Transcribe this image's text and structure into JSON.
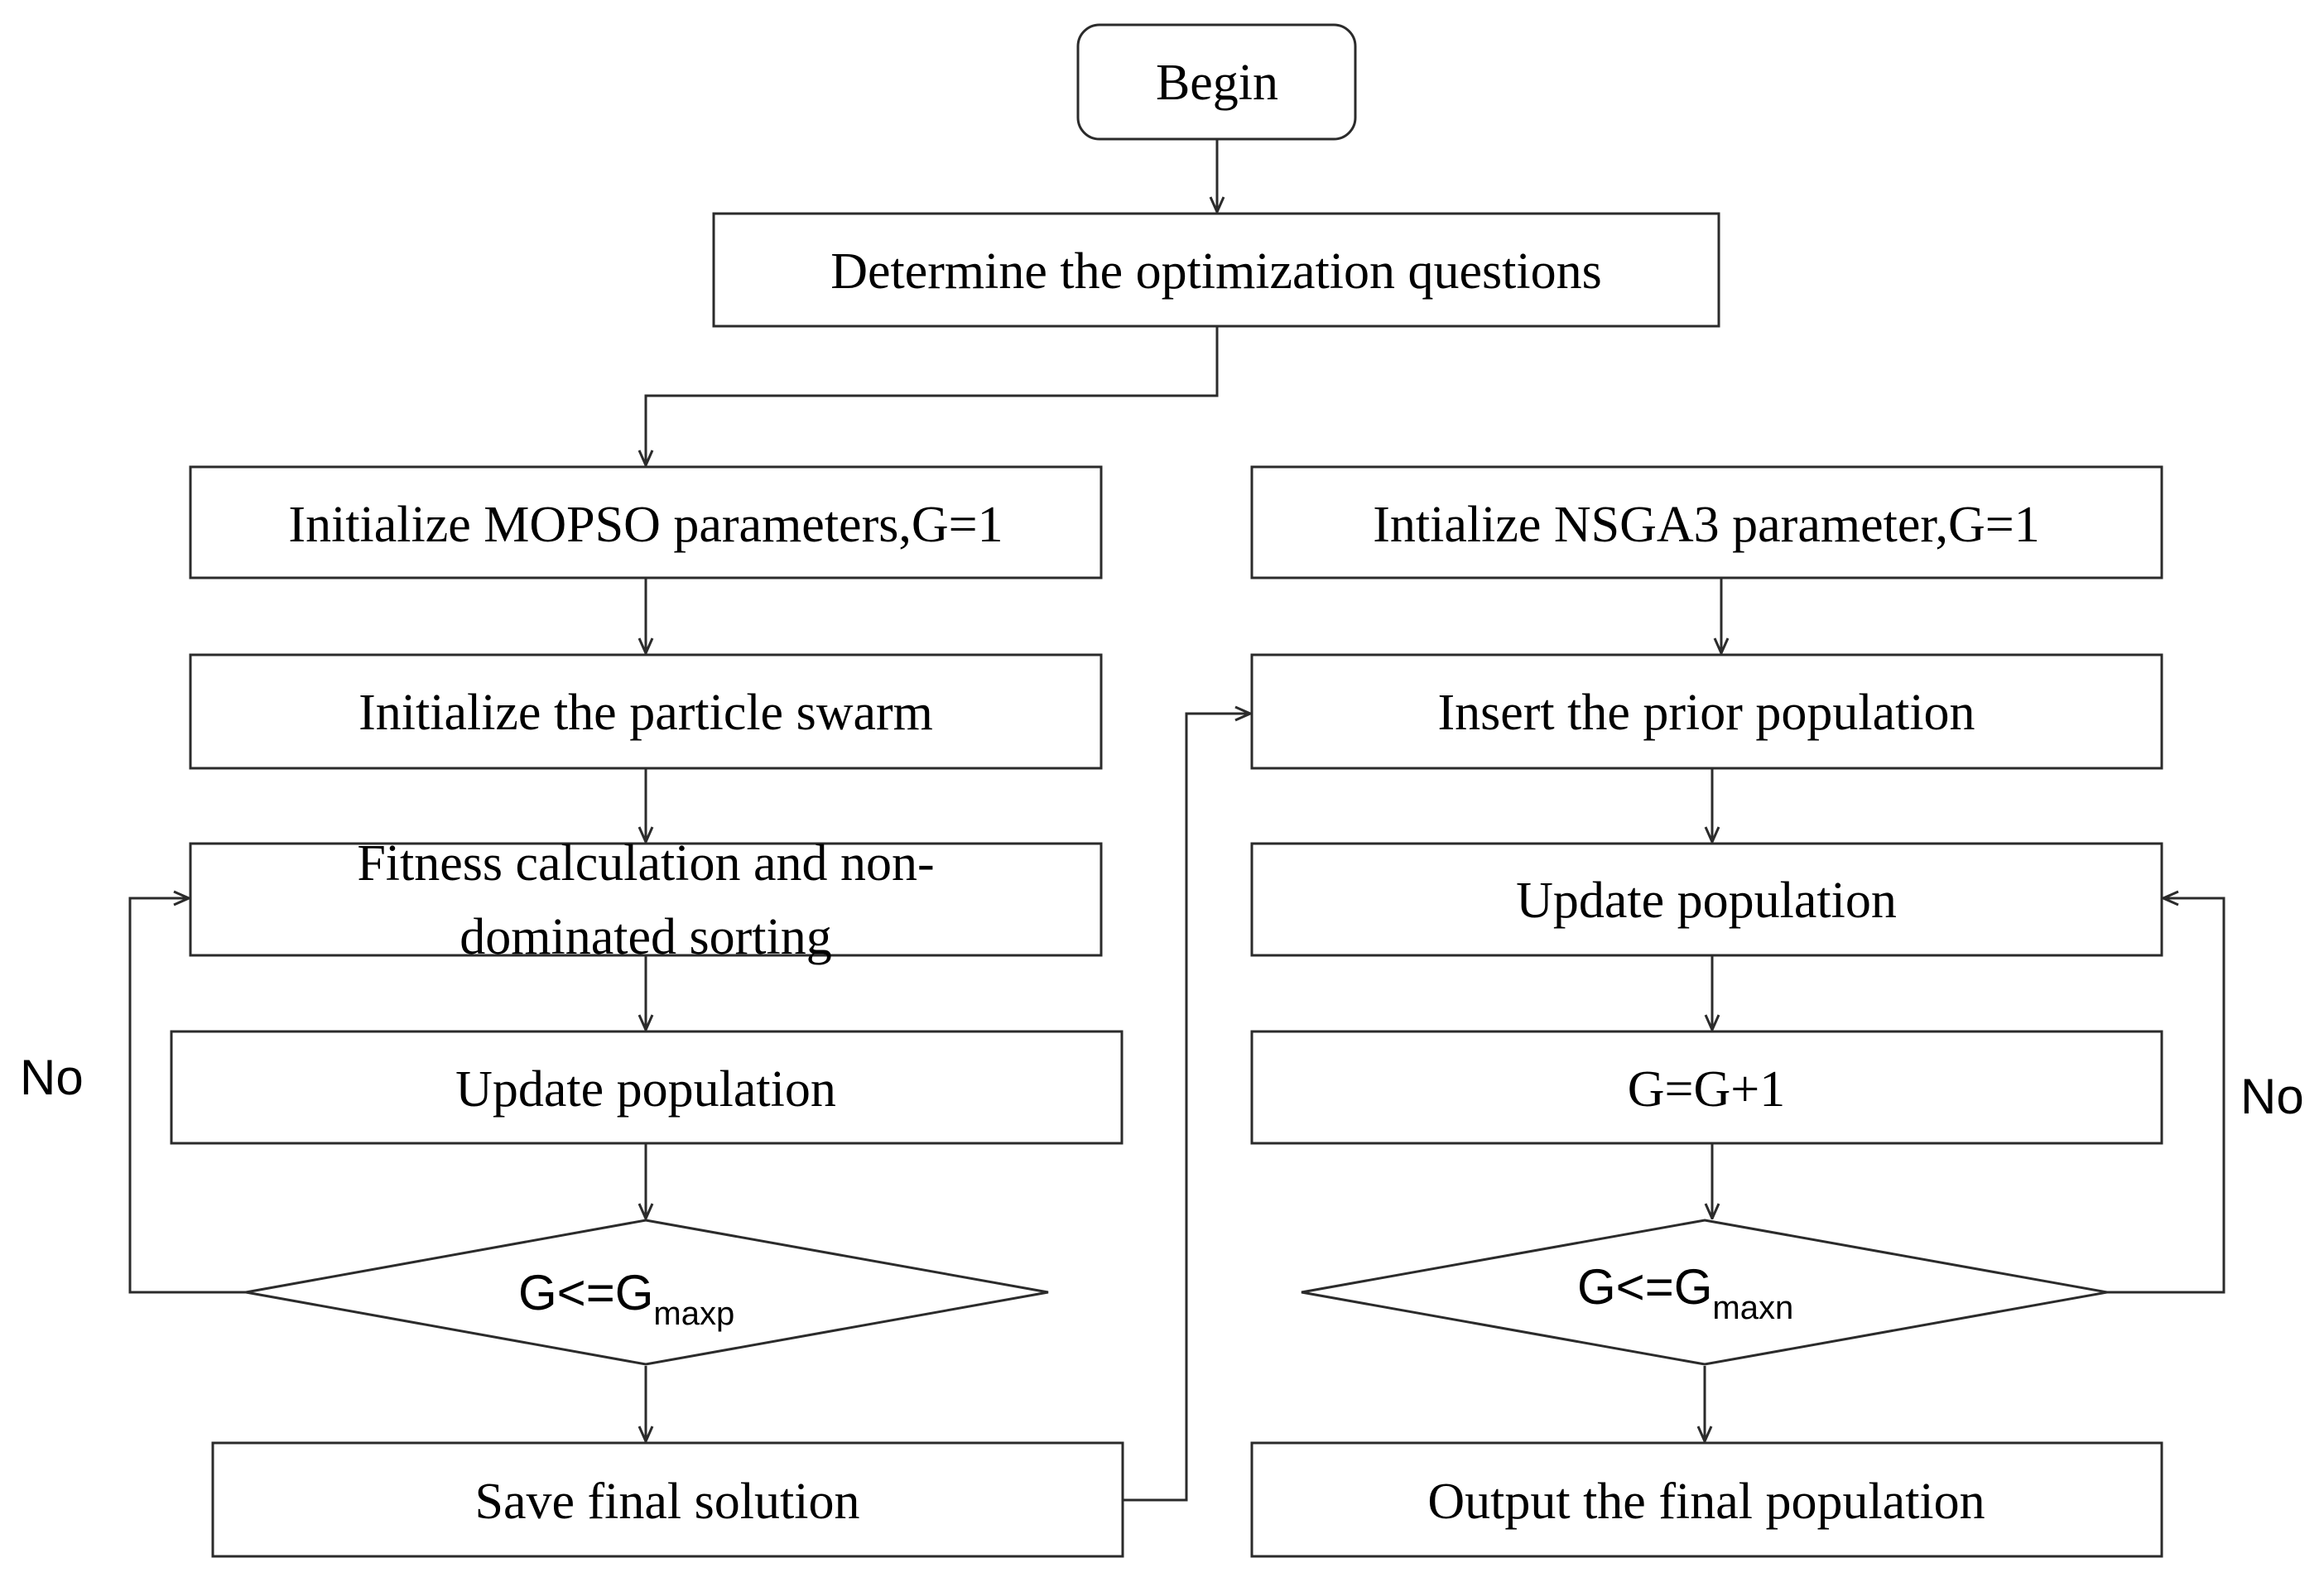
{
  "nodes": {
    "begin": "Begin",
    "determine": "Determine the optimization questions",
    "init_mopso": "Initialize MOPSO parameters,G=1",
    "init_swarm": "Initialize the particle swarm",
    "fitness_line1": "Fitness calculation and non-",
    "fitness_line2": "dominated sorting",
    "update_left": "Update population",
    "save_final": "Save final solution",
    "init_nsga3": "Intialize NSGA3 parameter,G=1",
    "insert_prior": "Insert the prior population",
    "update_right": "Update population",
    "increment": "G=G+1",
    "output_final": "Output the final population"
  },
  "decisions": {
    "left_main": "G<=G",
    "left_sub": "maxp",
    "right_main": "G<=G",
    "right_sub": "maxn"
  },
  "labels": {
    "no_left": "No",
    "no_right": "No"
  }
}
